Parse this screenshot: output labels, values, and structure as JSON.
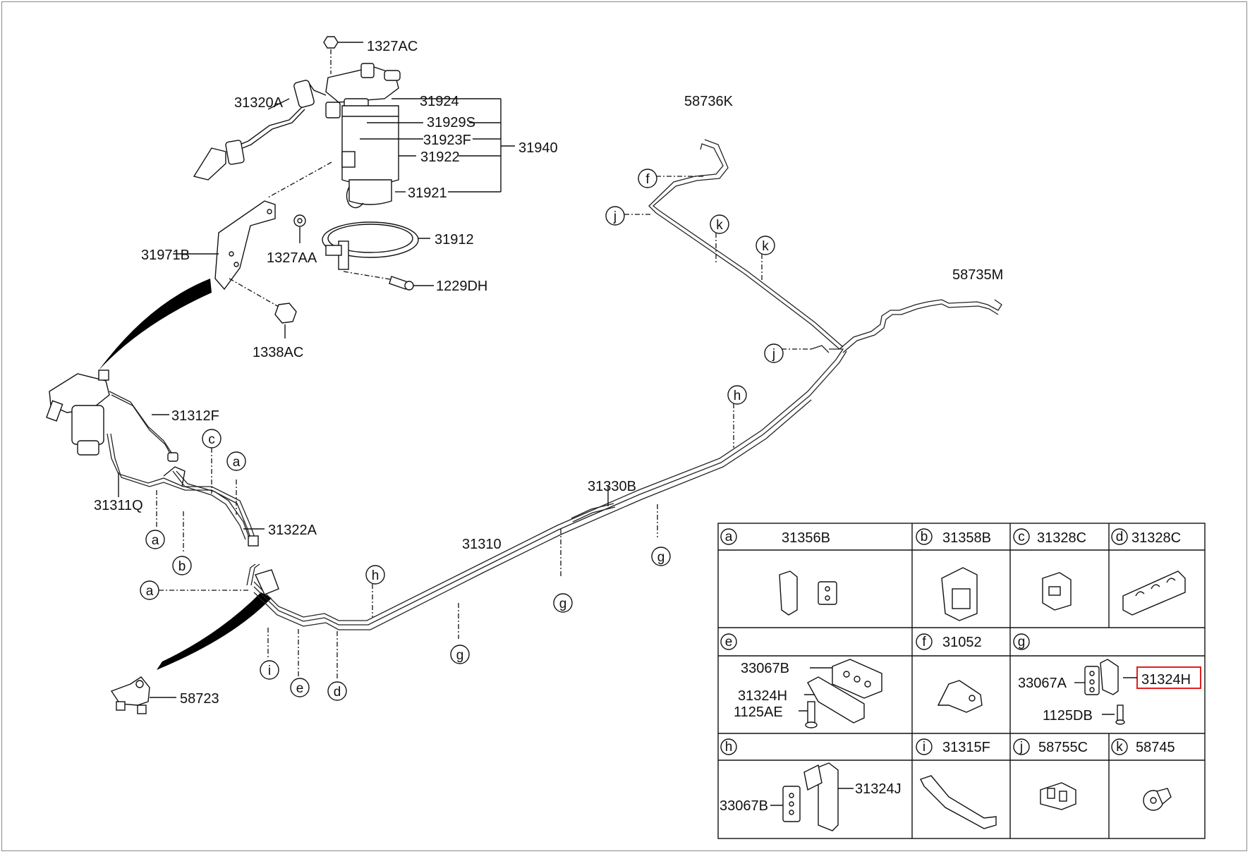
{
  "parts": {
    "p1327AC": "1327AC",
    "p31320A": "31320A",
    "p31924": "31924",
    "p31929S": "31929S",
    "p31923F": "31923F",
    "p31940": "31940",
    "p31922": "31922",
    "p31921": "31921",
    "p31912": "31912",
    "p31971B": "31971B",
    "p1327AA": "1327AA",
    "p1229DH": "1229DH",
    "p1338AC": "1338AC",
    "p58736K": "58736K",
    "p58735M": "58735M",
    "p31312F": "31312F",
    "p31311Q": "31311Q",
    "p31322A": "31322A",
    "p31330B": "31330B",
    "p31310": "31310",
    "p58723": "58723"
  },
  "callouts": {
    "f": "f",
    "j1": "j",
    "k1": "k",
    "k2": "k",
    "j2": "j",
    "h1": "h",
    "g1": "g",
    "c": "c",
    "a1": "a",
    "a2": "a",
    "b": "b",
    "a3": "a",
    "h2": "h",
    "g2": "g",
    "g3": "g",
    "i": "i",
    "e": "e",
    "d": "d"
  },
  "table": {
    "cells": {
      "a": {
        "letter": "a",
        "part": "31356B"
      },
      "b": {
        "letter": "b",
        "part": "31358B"
      },
      "c": {
        "letter": "c",
        "part": "31328C"
      },
      "d": {
        "letter": "d",
        "part": "31328C"
      },
      "e": {
        "letter": "e",
        "parts": [
          "33067B",
          "31324H",
          "1125AE"
        ]
      },
      "f": {
        "letter": "f",
        "part": "31052"
      },
      "g": {
        "letter": "g",
        "parts": [
          "33067A",
          "31324H",
          "1125DB"
        ]
      },
      "h": {
        "letter": "h",
        "parts": [
          "33067B",
          "31324J"
        ]
      },
      "i": {
        "letter": "i",
        "part": "31315F"
      },
      "j": {
        "letter": "j",
        "part": "58755C"
      },
      "k": {
        "letter": "k",
        "part": "58745"
      }
    }
  },
  "highlight": {
    "part": "31324H",
    "color": "#e02020"
  }
}
